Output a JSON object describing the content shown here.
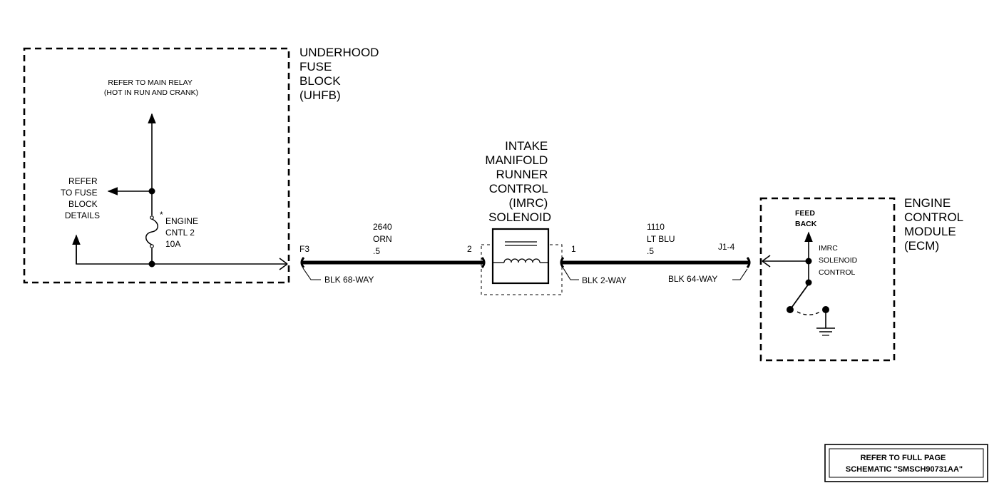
{
  "uhfb": {
    "title": [
      "UNDERHOOD",
      "FUSE",
      "BLOCK",
      "(UHFB)"
    ],
    "main_relay_ref": [
      "REFER TO MAIN RELAY",
      "(HOT IN RUN AND CRANK)"
    ],
    "fuse_block_ref": [
      "REFER",
      "TO FUSE",
      "BLOCK",
      "DETAILS"
    ],
    "fuse": {
      "marker": "*",
      "name": [
        "ENGINE",
        "CNTL 2"
      ],
      "rating": "10A"
    },
    "terminal": "F3",
    "connector": "BLK 68-WAY"
  },
  "wire_2640": {
    "circuit": "2640",
    "color": "ORN",
    "gauge": ".5"
  },
  "imrc": {
    "title": [
      "INTAKE",
      "MANIFOLD",
      "RUNNER",
      "CONTROL",
      "(IMRC)",
      "SOLENOID"
    ],
    "pin_in": "2",
    "pin_out": "1",
    "connector": "BLK 2-WAY"
  },
  "wire_1110": {
    "circuit": "1110",
    "color": "LT BLU",
    "gauge": ".5"
  },
  "ecm": {
    "title": [
      "ENGINE",
      "CONTROL",
      "MODULE",
      "(ECM)"
    ],
    "feedback": [
      "FEED",
      "BACK"
    ],
    "control": [
      "IMRC",
      "SOLENOID",
      "CONTROL"
    ],
    "terminal": "J1-4",
    "connector": "BLK 64-WAY"
  },
  "footer_note": [
    "REFER TO FULL PAGE",
    "SCHEMATIC \"SMSCH90731AA\""
  ]
}
